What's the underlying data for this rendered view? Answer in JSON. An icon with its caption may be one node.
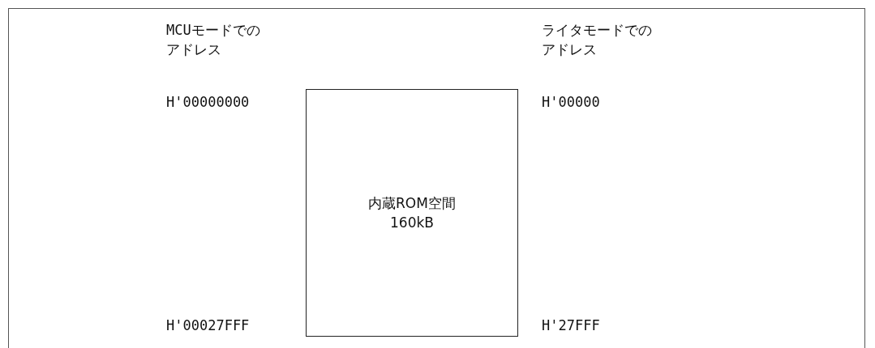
{
  "diagram": {
    "nodes": [
      {
        "text": [
          "内蔵ROM空間",
          "160kB"
        ]
      }
    ],
    "labels": [
      "MCUモードでのアドレス",
      "ライタモードでのアドレス",
      "H'00000000",
      "H'00000",
      "H'00027FFF",
      "H'27FFF"
    ]
  }
}
